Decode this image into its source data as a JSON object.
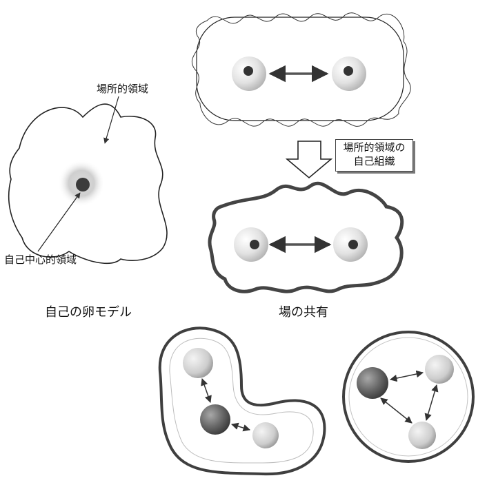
{
  "labels": {
    "egg_field_region": "場所的領域",
    "egg_self_center": "自己中心的領域",
    "egg_model_caption": "自己の卵モデル",
    "self_org_line1": "場所的領域の",
    "self_org_line2": "自己組織",
    "field_share_caption": "場の共有"
  },
  "colors": {
    "outline": "#1f1f1f",
    "thick_outline": "#4a4a4a",
    "dot": "#3a3a3a",
    "sphere_light": "#f2f2f2",
    "sphere_mid": "#c6c6c6",
    "sphere_dark": "#555555"
  }
}
